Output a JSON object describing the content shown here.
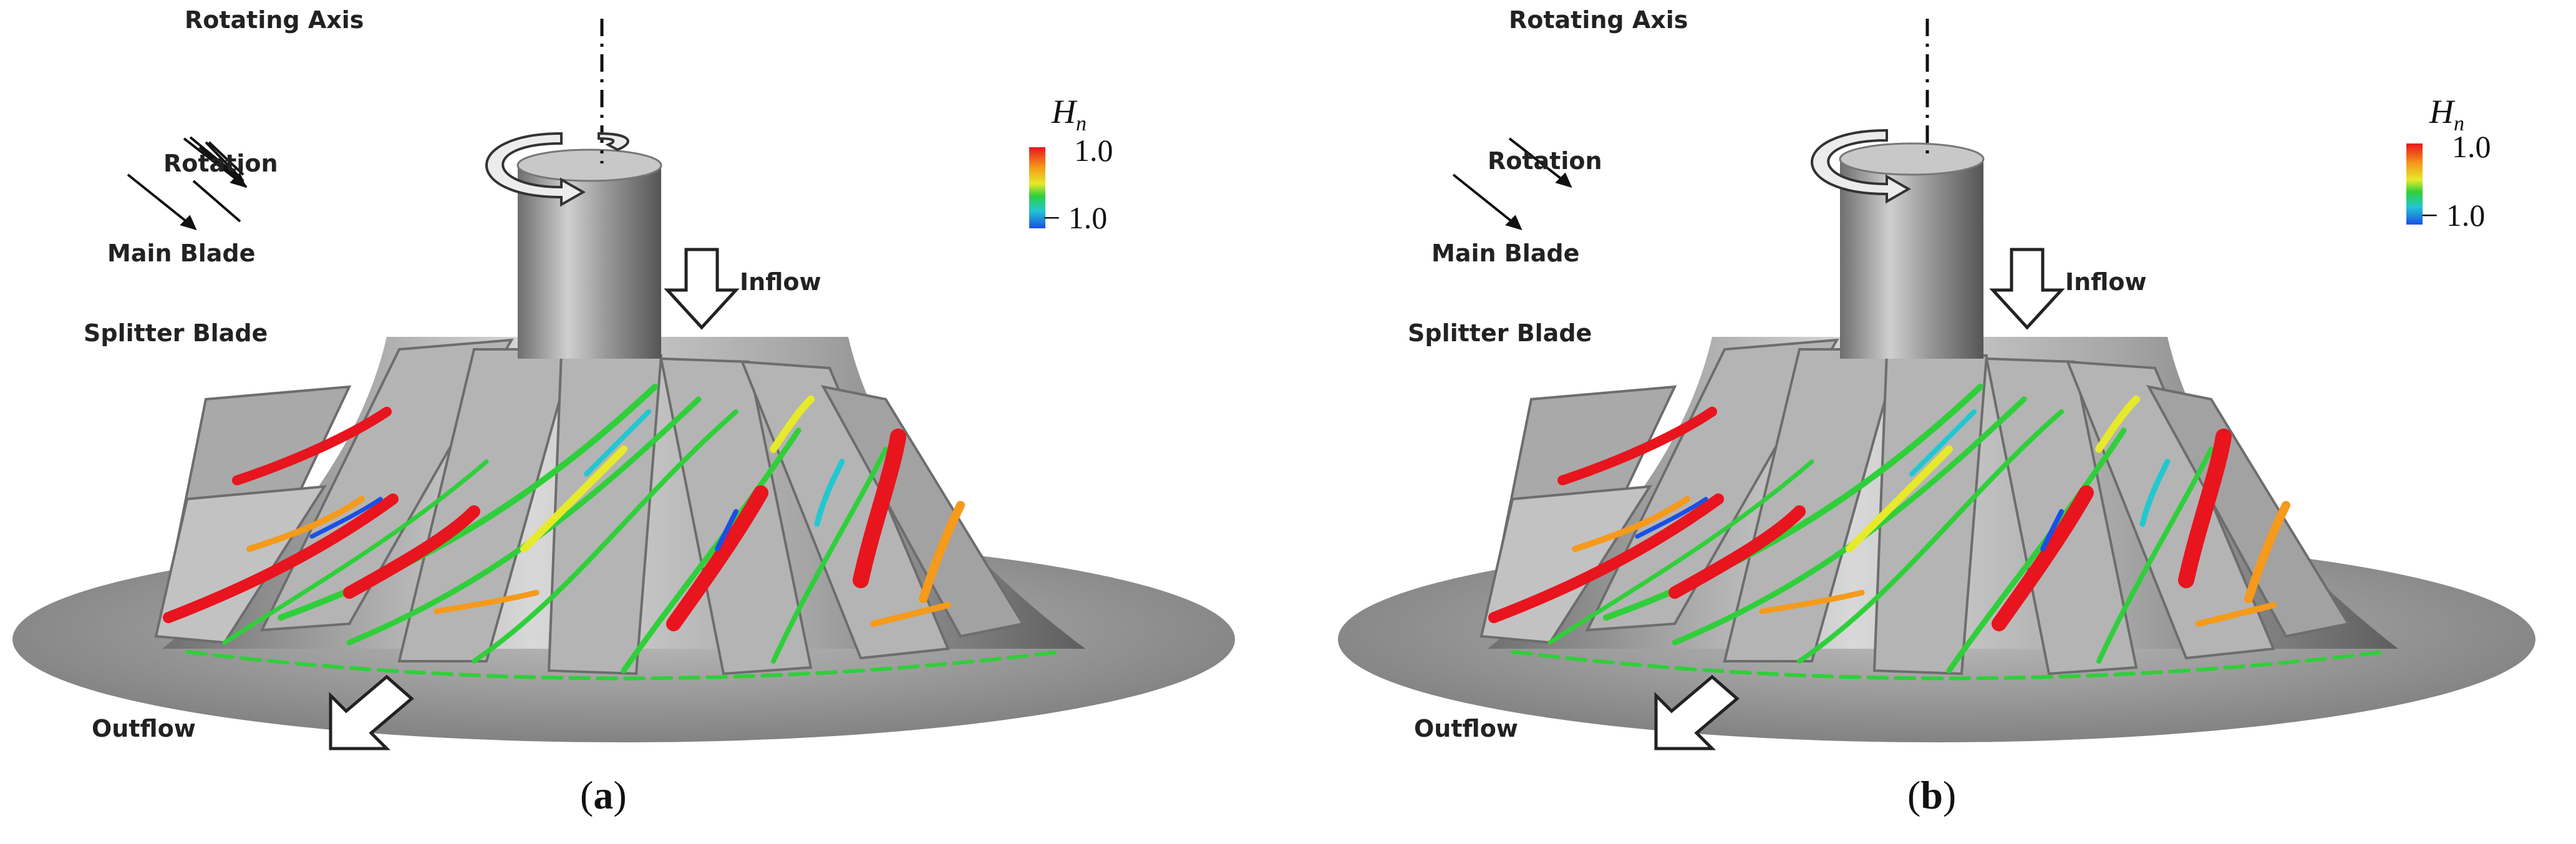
{
  "panels": [
    {
      "id": "a",
      "caption": "a",
      "labels": {
        "rotating_axis": "Rotating Axis",
        "rotation": "Rotation",
        "main_blade": "Main Blade",
        "inflow": "Inflow",
        "splitter_blade": "Splitter Blade",
        "outflow": "Outflow"
      },
      "legend": {
        "symbol": "H",
        "subscript": "n",
        "max": "1.0",
        "min": "− 1.0"
      }
    },
    {
      "id": "b",
      "caption": "b",
      "labels": {
        "rotating_axis": "Rotating Axis",
        "rotation": "Rotation",
        "main_blade": "Main Blade",
        "inflow": "Inflow",
        "splitter_blade": "Splitter Blade",
        "outflow": "Outflow"
      },
      "legend": {
        "symbol": "H",
        "subscript": "n",
        "max": "1.0",
        "min": "− 1.0"
      }
    }
  ],
  "colors": {
    "positive": "#e8141e",
    "neutral": "#2fcf3a",
    "negative": "#1a4fe6",
    "metal": "#9a9a9a"
  }
}
